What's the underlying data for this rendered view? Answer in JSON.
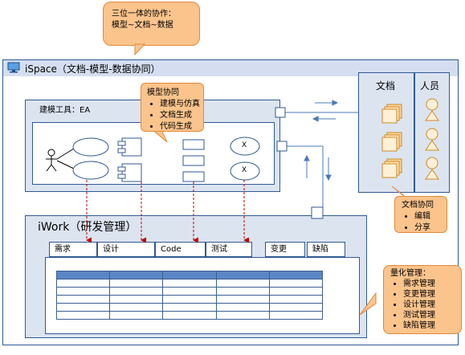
{
  "top_note": {
    "line1": "三位一体的协作：",
    "line2": "模型~文档~数据"
  },
  "ispace": {
    "title": "iSpace（文档-模型-数据协同）"
  },
  "modeling": {
    "title": "建模工具：EA",
    "callout_title": "模型协同",
    "callout_items": [
      "建模与仿真",
      "文档生成",
      "代码生成"
    ],
    "x_mark": "X"
  },
  "docs": {
    "header": "文档",
    "people_header": "人员",
    "callout_title": "文档协同",
    "callout_items": [
      "编辑",
      "分享"
    ]
  },
  "iwork": {
    "title": "iWork（研发管理）",
    "tabs": [
      "需求",
      "设计",
      "Code",
      "测试",
      "变更",
      "缺陷"
    ],
    "callout_title": "量化管理：",
    "callout_items": [
      "需求管理",
      "变更管理",
      "设计管理",
      "测试管理",
      "缺陷管理"
    ]
  },
  "colors": {
    "accent": "#2f5a93",
    "panel": "#dce4f0",
    "callout": "#fbc48c",
    "arrow": "#c00000"
  }
}
